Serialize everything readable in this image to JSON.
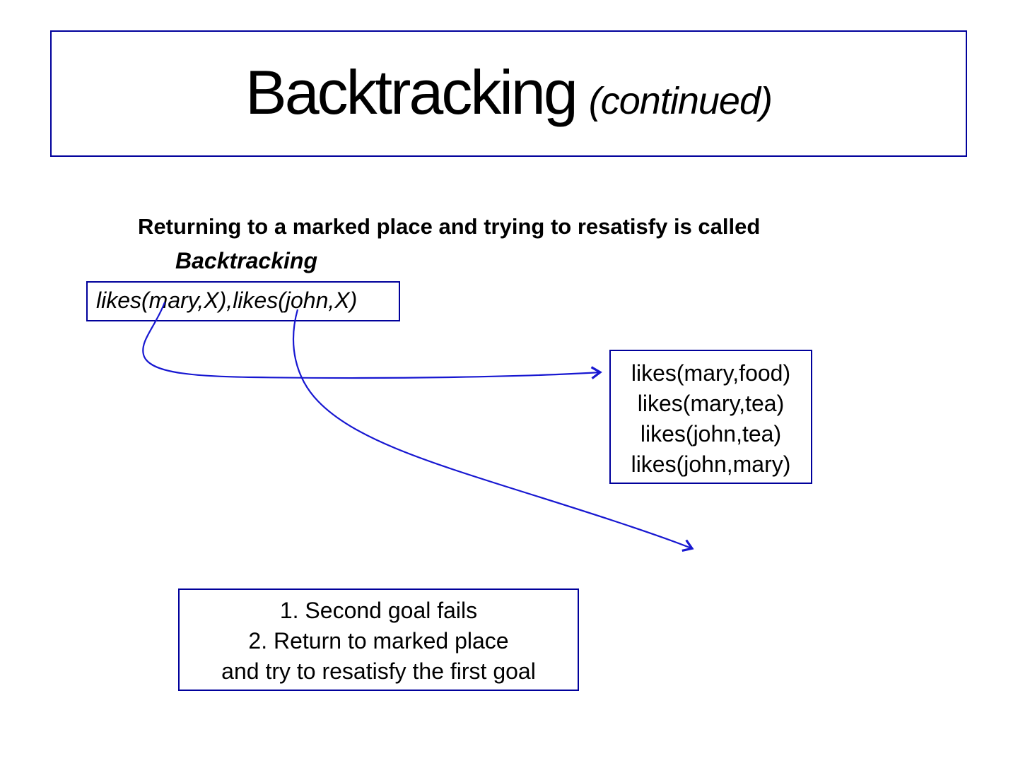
{
  "slide": {
    "title": {
      "main": "Backtracking",
      "suffix": "(continued)"
    },
    "subtitle": {
      "line1": "Returning to a marked place and trying to resatisfy is called",
      "line2": "Backtracking"
    },
    "query_box": {
      "text": "likes(mary,X),likes(john,X)"
    },
    "facts_box": {
      "lines": [
        "likes(mary,food)",
        "likes(mary,tea)",
        "likes(john,tea)",
        "likes(john,mary)"
      ]
    },
    "steps_box": {
      "lines": [
        "1. Second goal fails",
        "2. Return to marked place",
        "and try to resatisfy the first goal"
      ]
    },
    "arrows": {
      "to_facts_description": "curved-arrow-from-first-goal-to-likes(mary,food)",
      "to_retry_description": "curved-arrow-from-second-goal-downward-fail"
    },
    "colors": {
      "box_border": "#00009B",
      "arrow": "#1717D1",
      "text": "#000000",
      "background": "#FFFFFF"
    }
  }
}
